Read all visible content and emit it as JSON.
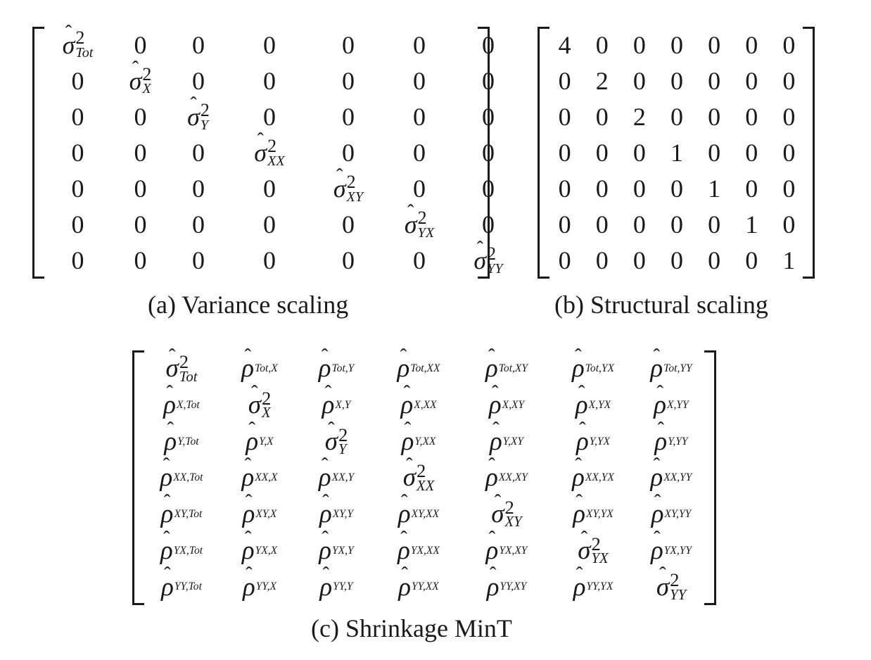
{
  "variance_scaling": {
    "caption": "(a) Variance scaling",
    "rows": [
      [
        {
          "t": "var",
          "s": "Tot"
        },
        {
          "t": "n",
          "v": "0"
        },
        {
          "t": "n",
          "v": "0"
        },
        {
          "t": "n",
          "v": "0"
        },
        {
          "t": "n",
          "v": "0"
        },
        {
          "t": "n",
          "v": "0"
        },
        {
          "t": "n",
          "v": "0"
        }
      ],
      [
        {
          "t": "n",
          "v": "0"
        },
        {
          "t": "var",
          "s": "X"
        },
        {
          "t": "n",
          "v": "0"
        },
        {
          "t": "n",
          "v": "0"
        },
        {
          "t": "n",
          "v": "0"
        },
        {
          "t": "n",
          "v": "0"
        },
        {
          "t": "n",
          "v": "0"
        }
      ],
      [
        {
          "t": "n",
          "v": "0"
        },
        {
          "t": "n",
          "v": "0"
        },
        {
          "t": "var",
          "s": "Y"
        },
        {
          "t": "n",
          "v": "0"
        },
        {
          "t": "n",
          "v": "0"
        },
        {
          "t": "n",
          "v": "0"
        },
        {
          "t": "n",
          "v": "0"
        }
      ],
      [
        {
          "t": "n",
          "v": "0"
        },
        {
          "t": "n",
          "v": "0"
        },
        {
          "t": "n",
          "v": "0"
        },
        {
          "t": "var",
          "s": "XX"
        },
        {
          "t": "n",
          "v": "0"
        },
        {
          "t": "n",
          "v": "0"
        },
        {
          "t": "n",
          "v": "0"
        }
      ],
      [
        {
          "t": "n",
          "v": "0"
        },
        {
          "t": "n",
          "v": "0"
        },
        {
          "t": "n",
          "v": "0"
        },
        {
          "t": "n",
          "v": "0"
        },
        {
          "t": "var",
          "s": "XY"
        },
        {
          "t": "n",
          "v": "0"
        },
        {
          "t": "n",
          "v": "0"
        }
      ],
      [
        {
          "t": "n",
          "v": "0"
        },
        {
          "t": "n",
          "v": "0"
        },
        {
          "t": "n",
          "v": "0"
        },
        {
          "t": "n",
          "v": "0"
        },
        {
          "t": "n",
          "v": "0"
        },
        {
          "t": "var",
          "s": "YX"
        },
        {
          "t": "n",
          "v": "0"
        }
      ],
      [
        {
          "t": "n",
          "v": "0"
        },
        {
          "t": "n",
          "v": "0"
        },
        {
          "t": "n",
          "v": "0"
        },
        {
          "t": "n",
          "v": "0"
        },
        {
          "t": "n",
          "v": "0"
        },
        {
          "t": "n",
          "v": "0"
        },
        {
          "t": "var",
          "s": "YY"
        }
      ]
    ]
  },
  "structural_scaling": {
    "caption": "(b) Structural scaling",
    "rows": [
      [
        "4",
        "0",
        "0",
        "0",
        "0",
        "0",
        "0"
      ],
      [
        "0",
        "2",
        "0",
        "0",
        "0",
        "0",
        "0"
      ],
      [
        "0",
        "0",
        "2",
        "0",
        "0",
        "0",
        "0"
      ],
      [
        "0",
        "0",
        "0",
        "1",
        "0",
        "0",
        "0"
      ],
      [
        "0",
        "0",
        "0",
        "0",
        "1",
        "0",
        "0"
      ],
      [
        "0",
        "0",
        "0",
        "0",
        "0",
        "1",
        "0"
      ],
      [
        "0",
        "0",
        "0",
        "0",
        "0",
        "0",
        "1"
      ]
    ]
  },
  "shrinkage_mint": {
    "caption": "(c) Shrinkage MinT",
    "rows": [
      [
        {
          "t": "var",
          "s": "Tot"
        },
        {
          "t": "rho",
          "s": "Tot,X"
        },
        {
          "t": "rho",
          "s": "Tot,Y"
        },
        {
          "t": "rho",
          "s": "Tot,XX"
        },
        {
          "t": "rho",
          "s": "Tot,XY"
        },
        {
          "t": "rho",
          "s": "Tot,YX"
        },
        {
          "t": "rho",
          "s": "Tot,YY"
        }
      ],
      [
        {
          "t": "rho",
          "s": "X,Tot"
        },
        {
          "t": "var",
          "s": "X"
        },
        {
          "t": "rho",
          "s": "X,Y"
        },
        {
          "t": "rho",
          "s": "X,XX"
        },
        {
          "t": "rho",
          "s": "X,XY"
        },
        {
          "t": "rho",
          "s": "X,YX"
        },
        {
          "t": "rho",
          "s": "X,YY"
        }
      ],
      [
        {
          "t": "rho",
          "s": "Y,Tot"
        },
        {
          "t": "rho",
          "s": "Y,X"
        },
        {
          "t": "var",
          "s": "Y"
        },
        {
          "t": "rho",
          "s": "Y,XX"
        },
        {
          "t": "rho",
          "s": "Y,XY"
        },
        {
          "t": "rho",
          "s": "Y,YX"
        },
        {
          "t": "rho",
          "s": "Y,YY"
        }
      ],
      [
        {
          "t": "rho",
          "s": "XX,Tot"
        },
        {
          "t": "rho",
          "s": "XX,X"
        },
        {
          "t": "rho",
          "s": "XX,Y"
        },
        {
          "t": "var",
          "s": "XX"
        },
        {
          "t": "rho",
          "s": "XX,XY"
        },
        {
          "t": "rho",
          "s": "XX,YX"
        },
        {
          "t": "rho",
          "s": "XX,YY"
        }
      ],
      [
        {
          "t": "rho",
          "s": "XY,Tot"
        },
        {
          "t": "rho",
          "s": "XY,X"
        },
        {
          "t": "rho",
          "s": "XY,Y"
        },
        {
          "t": "rho",
          "s": "XY,XX"
        },
        {
          "t": "var",
          "s": "XY"
        },
        {
          "t": "rho",
          "s": "XY,YX"
        },
        {
          "t": "rho",
          "s": "XY,YY"
        }
      ],
      [
        {
          "t": "rho",
          "s": "YX,Tot"
        },
        {
          "t": "rho",
          "s": "YX,X"
        },
        {
          "t": "rho",
          "s": "YX,Y"
        },
        {
          "t": "rho",
          "s": "YX,XX"
        },
        {
          "t": "rho",
          "s": "YX,XY"
        },
        {
          "t": "var",
          "s": "YX"
        },
        {
          "t": "rho",
          "s": "YX,YY"
        }
      ],
      [
        {
          "t": "rho",
          "s": "YY,Tot"
        },
        {
          "t": "rho",
          "s": "YY,X"
        },
        {
          "t": "rho",
          "s": "YY,Y"
        },
        {
          "t": "rho",
          "s": "YY,XX"
        },
        {
          "t": "rho",
          "s": "YY,XY"
        },
        {
          "t": "rho",
          "s": "YY,YX"
        },
        {
          "t": "var",
          "s": "YY"
        }
      ]
    ]
  }
}
